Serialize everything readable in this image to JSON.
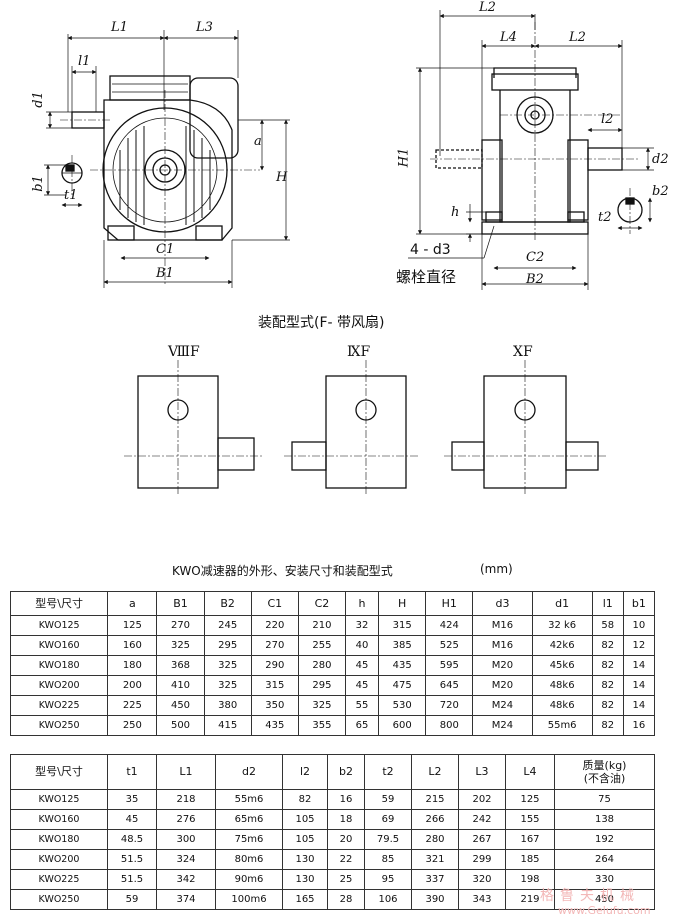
{
  "labels": {
    "L1": "L1",
    "L3": "L3",
    "l1": "l1",
    "d1": "d1",
    "b1": "b1",
    "t1": "t1",
    "a": "a",
    "H": "H",
    "C1": "C1",
    "B1": "B1",
    "L2_top": "L2",
    "L4": "L4",
    "L2": "L2",
    "H1": "H1",
    "l2": "l2",
    "d2": "d2",
    "b2": "b2",
    "t2": "t2",
    "h": "h",
    "C2": "C2",
    "B2": "B2",
    "bolt_count": "4 - d3",
    "bolt_label": "螺栓直径"
  },
  "assembly_title": "装配型式(F- 带风扇)",
  "assembly_types": [
    "ⅧF",
    "ⅨF",
    "ⅩF"
  ],
  "table_title": "KWO减速器的外形、安装尺寸和装配型式",
  "table_unit": "(mm)",
  "table1": {
    "headers": [
      "型号\\尺寸",
      "a",
      "B1",
      "B2",
      "C1",
      "C2",
      "h",
      "H",
      "H1",
      "d3",
      "d1",
      "l1",
      "b1"
    ],
    "rows": [
      [
        "KWO125",
        "125",
        "270",
        "245",
        "220",
        "210",
        "32",
        "315",
        "424",
        "M16",
        "32 k6",
        "58",
        "10"
      ],
      [
        "KWO160",
        "160",
        "325",
        "295",
        "270",
        "255",
        "40",
        "385",
        "525",
        "M16",
        "42k6",
        "82",
        "12"
      ],
      [
        "KWO180",
        "180",
        "368",
        "325",
        "290",
        "280",
        "45",
        "435",
        "595",
        "M20",
        "45k6",
        "82",
        "14"
      ],
      [
        "KWO200",
        "200",
        "410",
        "325",
        "315",
        "295",
        "45",
        "475",
        "645",
        "M20",
        "48k6",
        "82",
        "14"
      ],
      [
        "KWO225",
        "225",
        "450",
        "380",
        "350",
        "325",
        "55",
        "530",
        "720",
        "M24",
        "48k6",
        "82",
        "14"
      ],
      [
        "KWO250",
        "250",
        "500",
        "415",
        "435",
        "355",
        "65",
        "600",
        "800",
        "M24",
        "55m6",
        "82",
        "16"
      ]
    ]
  },
  "table2": {
    "headers": [
      "型号\\尺寸",
      "t1",
      "L1",
      "d2",
      "l2",
      "b2",
      "t2",
      "L2",
      "L3",
      "L4",
      "质量(kg)",
      "(不含油)"
    ],
    "rows": [
      [
        "KWO125",
        "35",
        "218",
        "55m6",
        "82",
        "16",
        "59",
        "215",
        "202",
        "125",
        "75"
      ],
      [
        "KWO160",
        "45",
        "276",
        "65m6",
        "105",
        "18",
        "69",
        "266",
        "242",
        "155",
        "138"
      ],
      [
        "KWO180",
        "48.5",
        "300",
        "75m6",
        "105",
        "20",
        "79.5",
        "280",
        "267",
        "167",
        "192"
      ],
      [
        "KWO200",
        "51.5",
        "324",
        "80m6",
        "130",
        "22",
        "85",
        "321",
        "299",
        "185",
        "264"
      ],
      [
        "KWO225",
        "51.5",
        "342",
        "90m6",
        "130",
        "25",
        "95",
        "337",
        "320",
        "198",
        "330"
      ],
      [
        "KWO250",
        "59",
        "374",
        "100m6",
        "165",
        "28",
        "106",
        "390",
        "343",
        "219",
        "450"
      ]
    ]
  },
  "watermark": {
    "cn": "格鲁夫机械",
    "url": "www.Gelufu.com"
  }
}
